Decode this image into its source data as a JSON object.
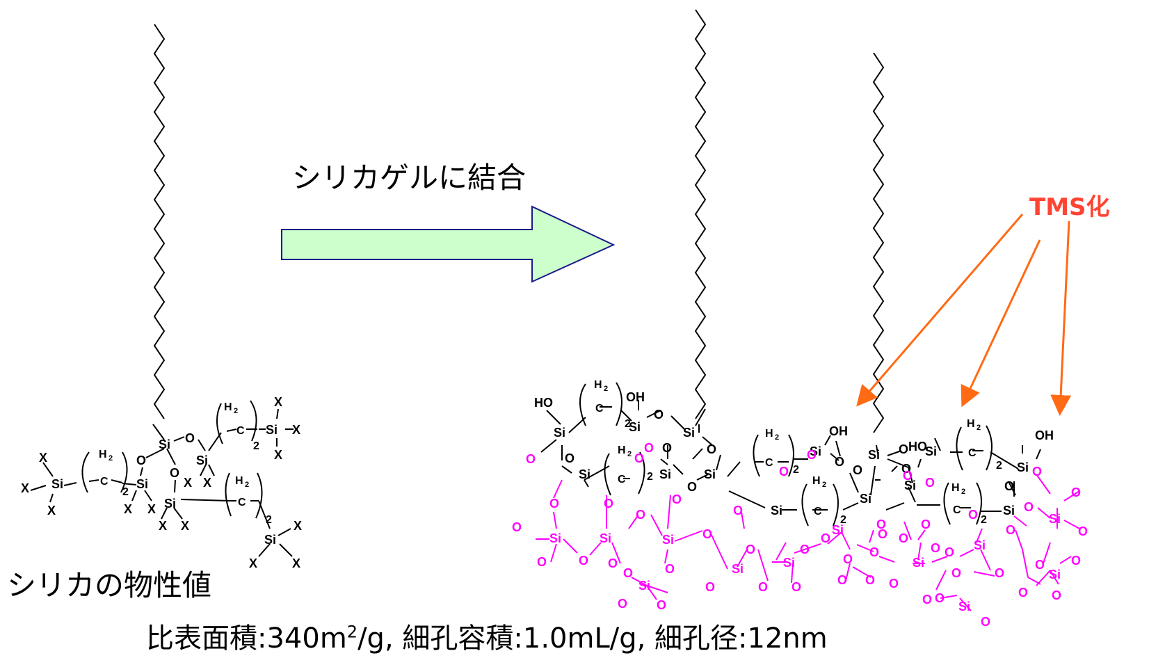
{
  "labels": {
    "reaction": "シリカゲルに結合",
    "tms": "TMS化",
    "properties_heading": "シリカの物性値",
    "properties": {
      "surface_area_label": "比表面積",
      "surface_area_value": "340m",
      "surface_area_exp": "2",
      "surface_area_unit": "/g,",
      "pore_volume_label": "細孔容積",
      "pore_volume_value": "1.0mL/g,",
      "pore_diameter_label": "細孔径",
      "pore_diameter_value": "12nm",
      "separator": ":"
    }
  },
  "colors": {
    "bonded_phase": "#000000",
    "silica_support": "#ff00ff",
    "tms_arrows": "#ff6a14",
    "tms_text": "#ff4433",
    "reaction_arrow_fill": "#ccffcc",
    "reaction_arrow_stroke": "#1a1a8c"
  }
}
